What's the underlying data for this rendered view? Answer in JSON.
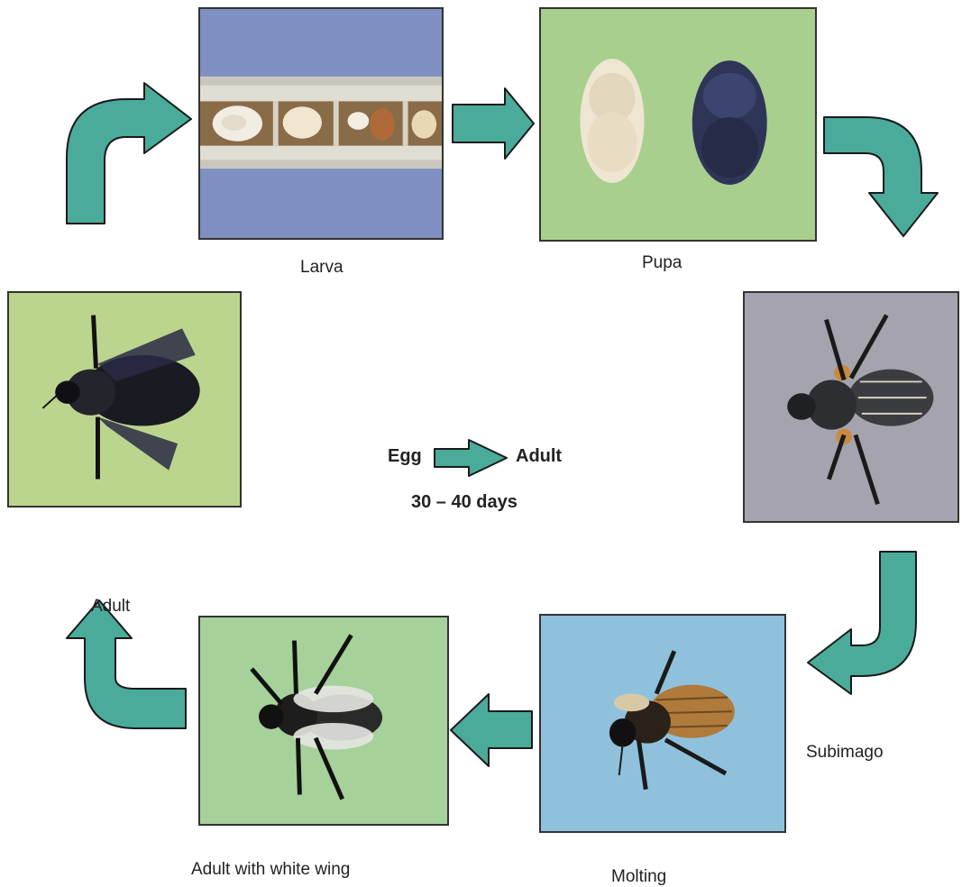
{
  "colors": {
    "arrow_fill": "#4aab9a",
    "arrow_stroke": "#1a1a1a",
    "larva_bg": "#7f8fc2",
    "pupa_bg": "#a9cf8e",
    "adult_top_bg": "#bcd58e",
    "subimago_bg": "#a5a3ad",
    "molting_bg": "#8fc1dd",
    "white_wing_bg": "#a6d19a"
  },
  "stages": {
    "larva": "Larva",
    "pupa": "Pupa",
    "subimago": "Subimago",
    "molting": "Molting",
    "adult_white_wing": "Adult with white wing",
    "adult": "Adult"
  },
  "center": {
    "from": "Egg",
    "to": "Adult",
    "duration": "30 – 40  days"
  }
}
